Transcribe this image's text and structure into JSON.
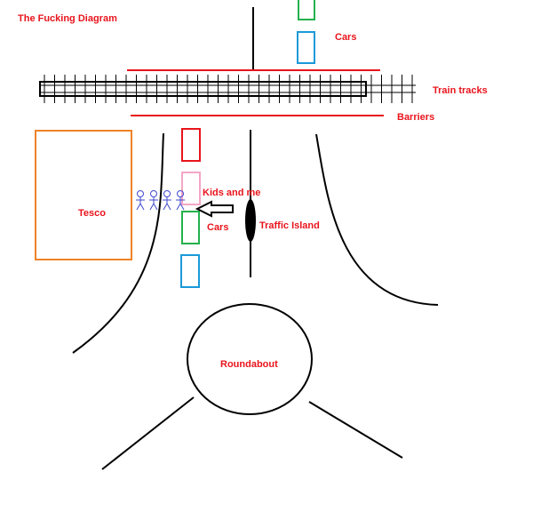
{
  "labels": {
    "title": "The Fucking Diagram",
    "cars_top": "Cars",
    "train_tracks": "Train tracks",
    "barriers": "Barriers",
    "tesco": "Tesco",
    "kids_and_me": "Kids and me",
    "cars_bottom": "Cars",
    "traffic_island": "Traffic Island",
    "roundabout": "Roundabout"
  },
  "colors": {
    "label": "#e8141c",
    "barrier": "#e8141c",
    "tesco_outline": "#f08228",
    "car_red": "#e8141c",
    "car_green": "#22b14c",
    "car_blue": "#1a9ad8",
    "car_pink": "#f4a6c6",
    "stick_figures": "#3f48cc",
    "road": "#000000"
  }
}
